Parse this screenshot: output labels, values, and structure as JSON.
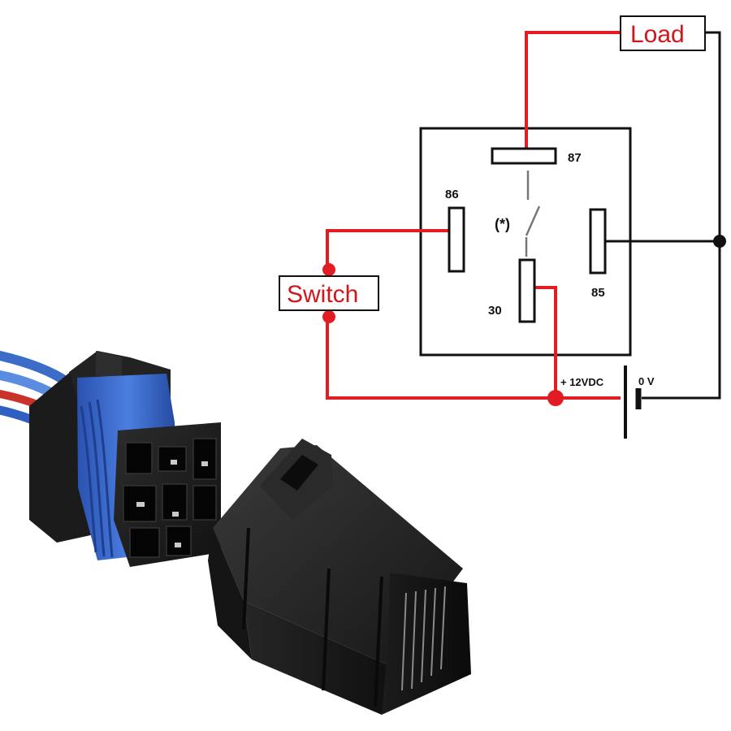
{
  "diagram": {
    "labels": {
      "load": "Load",
      "switch": "Switch",
      "pin87": "87",
      "pin86": "86",
      "pin85": "85",
      "pin30": "30",
      "contact_symbol": "(*)",
      "plus_12vdc": "+ 12VDC",
      "zero_v": "0 V"
    },
    "colors": {
      "red_wire": "#e21c23",
      "black_wire": "#111111",
      "label_text": "#d0161b"
    }
  },
  "photo": {
    "subjects": [
      "relay-socket-with-wires",
      "automotive-relay"
    ],
    "relay_body_color": "#1a1a1a",
    "socket_seal_color": "#2f5fc4"
  }
}
